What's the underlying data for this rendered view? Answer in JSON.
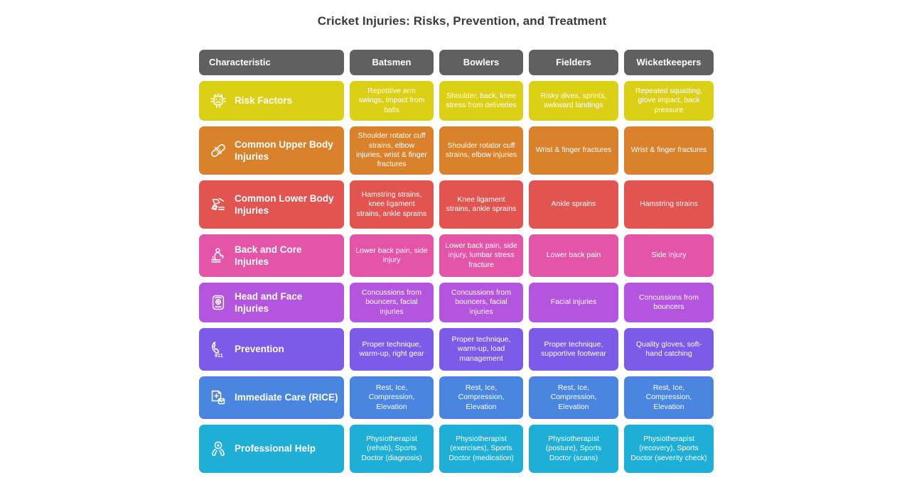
{
  "title": "Cricket Injuries: Risks, Prevention, and Treatment",
  "colors": {
    "header": "#606060",
    "background": "#ffffff",
    "title_text": "#3b3b3b",
    "rows": [
      "#dcd016",
      "#d9822b",
      "#e1544f",
      "#e455a8",
      "#b355de",
      "#7b5be8",
      "#4a86e0",
      "#1fafd6"
    ]
  },
  "columns": [
    {
      "label": "Characteristic"
    },
    {
      "label": "Batsmen"
    },
    {
      "label": "Bowlers"
    },
    {
      "label": "Fielders"
    },
    {
      "label": "Wicketkeepers"
    }
  ],
  "rows": [
    {
      "label": "Risk Factors",
      "icon": "dizzy-face-icon",
      "color": "#dcd016",
      "cells": [
        "Repetitive arm swings, impact from balls",
        "Shoulder, back, knee stress from deliveries",
        "Risky dives, sprints, awkward landings",
        "Repeated squatting, glove impact, back pressure"
      ]
    },
    {
      "label": "Common Upper Body Injuries",
      "icon": "bandage-icon",
      "color": "#d9822b",
      "cells": [
        "Shoulder rotator cuff strains, elbow injuries, wrist & finger fractures",
        "Shoulder rotator cuff strains, elbow injuries",
        "Wrist & finger fractures",
        "Wrist & finger fractures"
      ]
    },
    {
      "label": "Common Lower Body Injuries",
      "icon": "leg-bandage-icon",
      "color": "#e1544f",
      "cells": [
        "Hamstring strains, knee ligament strains, ankle sprains",
        "Knee ligament strains, ankle sprains",
        "Ankle sprains",
        "Hamstring strains"
      ]
    },
    {
      "label": "Back and Core Injuries",
      "icon": "back-pain-person-icon",
      "color": "#e455a8",
      "cells": [
        "Lower back pain, side injury",
        "Lower back pain, side injury, lumbar stress fracture",
        "Lower back pain",
        "Side injury"
      ]
    },
    {
      "label": "Head and Face Injuries",
      "icon": "helmet-head-icon",
      "color": "#b355de",
      "cells": [
        "Concussions from bouncers, facial injuries",
        "Concussions from bouncers, facial injuries",
        "Facial injuries",
        "Concussions from bouncers"
      ]
    },
    {
      "label": "Prevention",
      "icon": "emergency-phone-911-icon",
      "color": "#7b5be8",
      "cells": [
        "Proper technique, warm-up, right gear",
        "Proper technique, warm-up, load management",
        "Proper technique, supportive footwear",
        "Quality gloves, soft-hand catching"
      ]
    },
    {
      "label": "Immediate Care (RICE)",
      "icon": "medical-document-icon",
      "color": "#4a86e0",
      "cells": [
        "Rest, Ice, Compression, Elevation",
        "Rest, Ice, Compression, Elevation",
        "Rest, Ice, Compression, Elevation",
        "Rest, Ice, Compression, Elevation"
      ]
    },
    {
      "label": "Professional Help",
      "icon": "caring-hands-heart-icon",
      "color": "#1fafd6",
      "cells": [
        "Physiotherapist (rehab), Sports Doctor (diagnosis)",
        "Physiotherapist (exercises), Sports Doctor (medication)",
        "Physiotherapist (posture), Sports Doctor (scans)",
        "Physiotherapist (recovery), Sports Doctor (severity check)"
      ]
    }
  ]
}
